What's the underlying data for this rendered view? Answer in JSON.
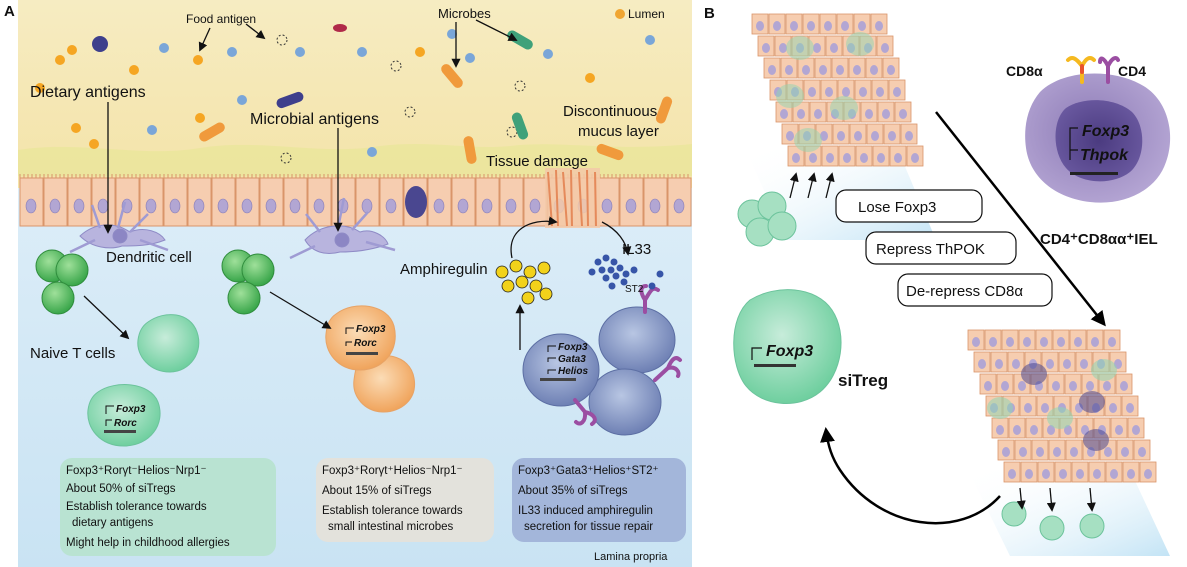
{
  "panel_a": {
    "letter": "A",
    "food_antigen": "Food antigen",
    "microbes": "Microbes",
    "lumen": "Lumen",
    "dietary_antigens": "Dietary antigens",
    "microbial_antigens": "Microbial antigens",
    "mucus_line1": "Discontinuous",
    "mucus_line2": "mucus layer",
    "tissue_damage": "Tissue damage",
    "dendritic_cell": "Dendritic cell",
    "naive_t_cells": "Naive T cells",
    "il33": "IL33",
    "st2": "ST2",
    "amphiregulin": "Amphiregulin",
    "lamina_propria": "Lamina propria",
    "gene_rorc_cell1": [
      "Foxp3",
      "Rorc"
    ],
    "gene_rorc_cell2": [
      "Foxp3",
      "Rorc"
    ],
    "gene_gata3_cell": [
      "Foxp3",
      "Gata3",
      "Helios"
    ],
    "box_green": [
      "Foxp3⁺Rorγt⁻Helios⁻Nrp1⁻",
      "About 50% of siTregs",
      "Establish tolerance towards",
      "dietary antigens",
      "Might help in childhood allergies"
    ],
    "box_grey": [
      "Foxp3⁺Rorγt⁺Helios⁻Nrp1⁻",
      "About 15% of siTregs",
      "Establish tolerance towards",
      "small intestinal microbes"
    ],
    "box_blue": [
      "Foxp3⁺Gata3⁺Helios⁺ST2⁺",
      "About 35% of siTregs",
      "IL33 induced amphiregulin",
      "secretion for tissue repair"
    ],
    "colors": {
      "lumen": "#f7e9b8",
      "lamina": "#d6eaf6",
      "green_box": "#b9e3d2",
      "grey_box": "#e3e2dc",
      "blue_box": "#a3b6da"
    }
  },
  "panel_b": {
    "letter": "B",
    "cd8a": "CD8α",
    "cd4": "CD4",
    "genes_iel": [
      "Foxp3",
      "Thpok"
    ],
    "iel_label": "CD4⁺CD8αα⁺IEL",
    "step1": "Lose Foxp3",
    "step2": "Repress ThPOK",
    "step3": "De-repress CD8α",
    "sitreg_gene": "Foxp3",
    "sitreg_label": "siTreg"
  }
}
